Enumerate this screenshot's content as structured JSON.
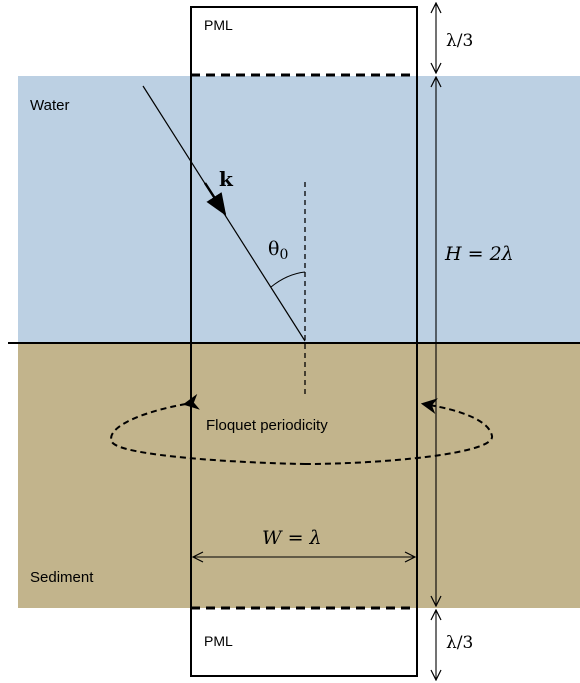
{
  "labels": {
    "pml_top": "PML",
    "pml_bottom": "PML",
    "water": "Water",
    "sediment": "Sediment",
    "wave_vector": "k",
    "angle": "θ",
    "angle_sub": "0",
    "height_dim": "H = 2λ",
    "width_dim": "W = λ",
    "pml_thickness_top": "λ/3",
    "pml_thickness_bottom": "λ/3",
    "floquet": "Floquet periodicity"
  },
  "colors": {
    "water": "#bcd0e3",
    "sediment": "#c2b48c",
    "line": "#000000",
    "background": "#ffffff"
  }
}
